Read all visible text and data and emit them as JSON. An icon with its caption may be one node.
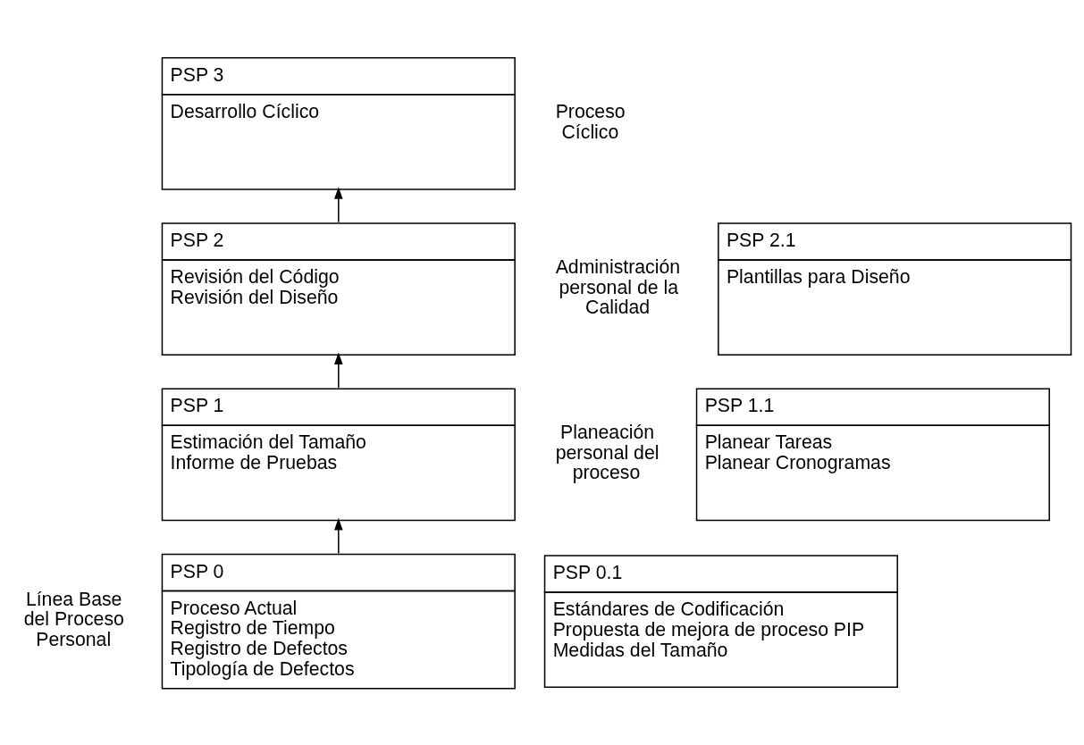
{
  "diagram": {
    "nodes": [
      {
        "text": [
          "PSP 3",
          "Desarrollo Cíclico"
        ]
      },
      {
        "text": [
          "PSP 2",
          "Revisión del Código",
          "Revisión del Diseño"
        ]
      },
      {
        "text": [
          "PSP 2.1",
          "Plantillas para Diseño"
        ]
      },
      {
        "text": [
          "PSP 1",
          "Estimación del Tamaño",
          "Informe de Pruebas"
        ]
      },
      {
        "text": [
          "PSP 1.1",
          "Planear Tareas",
          "Planear Cronogramas"
        ]
      },
      {
        "text": [
          "PSP 0",
          "Proceso Actual",
          "Registro de Tiempo",
          "Registro de Defectos",
          "Tipología de Defectos"
        ]
      },
      {
        "text": [
          "PSP 0.1",
          "Estándares de Codificación",
          "Propuesta de mejora de proceso PIP",
          "Medidas del Tamaño"
        ]
      }
    ],
    "edges": [
      {
        "from": 5,
        "to": 3,
        "arrow": "to"
      },
      {
        "from": 3,
        "to": 1,
        "arrow": "to"
      },
      {
        "from": 1,
        "to": 0,
        "arrow": "to"
      }
    ],
    "labels": [
      "Proceso Cíclico",
      "Administración personal de la Calidad",
      "Planeación personal del proceso",
      "Línea Base del Proceso Personal"
    ]
  }
}
